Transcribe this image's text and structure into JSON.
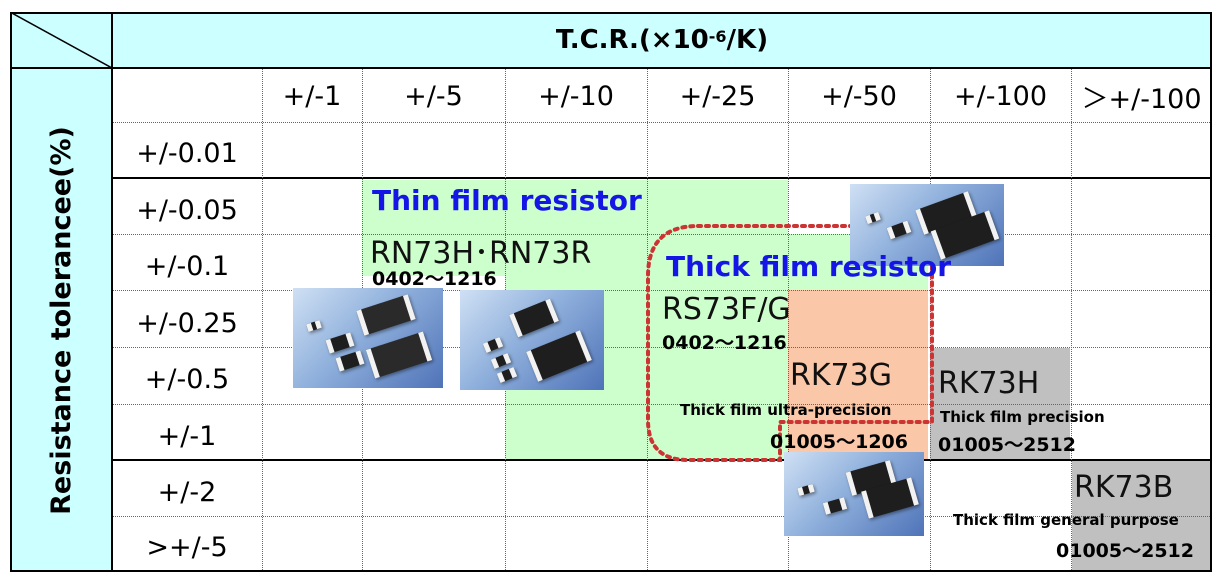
{
  "table": {
    "column_header_title_prefix": "T.C.R.(×10",
    "column_header_title_exp": "-6",
    "column_header_title_suffix": "/K)",
    "row_header_title": "Resistance toleranceе(%)",
    "columns": [
      "+/-1",
      "+/-5",
      "+/-10",
      "+/-25",
      "+/-50",
      "+/-100",
      "＞+/-100"
    ],
    "rows": [
      "+/-0.01",
      "+/-0.05",
      "+/-0.1",
      "+/-0.25",
      "+/-0.5",
      "+/-1",
      "+/-2",
      ">+/-5"
    ]
  },
  "thin_film": {
    "title": "Thin film resistor",
    "model": "RN73H･RN73R",
    "range": "0402～1216"
  },
  "thick_film": {
    "title": "Thick film resistor",
    "rs73": {
      "model": "RS73F/G",
      "range": "0402～1216"
    },
    "rk73g": {
      "model": "RK73G",
      "desc": "Thick film ultra-precision",
      "range": "01005～1206"
    },
    "rk73h": {
      "model": "RK73H",
      "desc": "Thick film precision",
      "range": "01005～2512"
    },
    "rk73b": {
      "model": "RK73B",
      "desc": "Thick film general purpose",
      "range": "01005～2512"
    }
  },
  "colors": {
    "header_bg": "#ccffff",
    "thin_film_region": "#ccffcc",
    "ultra_precision_region": "#fac8a8",
    "precision_region": "#c0c0c0",
    "title_blue": "#1515e6",
    "dotted_outline": "#cc3333"
  }
}
